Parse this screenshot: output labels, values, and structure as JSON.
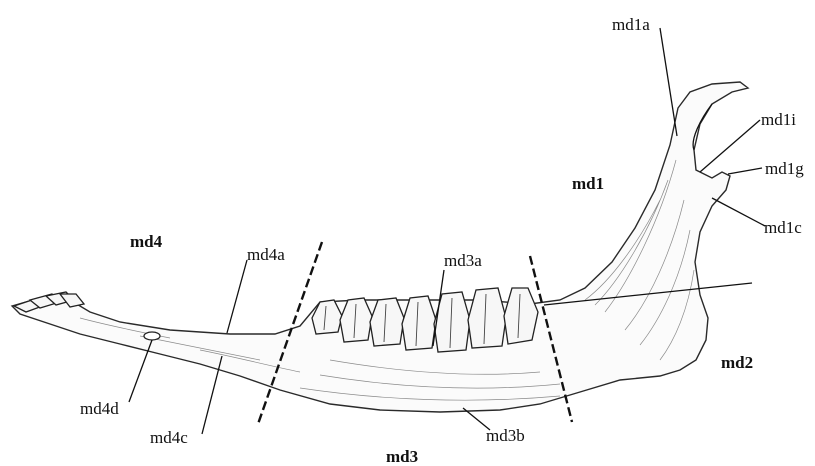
{
  "zones": {
    "md1": "md1",
    "md2": "md2",
    "md3": "md3",
    "md4": "md4"
  },
  "labels": {
    "md1a": "md1a",
    "md1i": "md1i",
    "md1g": "md1g",
    "md1c": "md1c",
    "md3a": "md3a",
    "md3b": "md3b",
    "md4a": "md4a",
    "md4c": "md4c",
    "md4d": "md4d"
  }
}
